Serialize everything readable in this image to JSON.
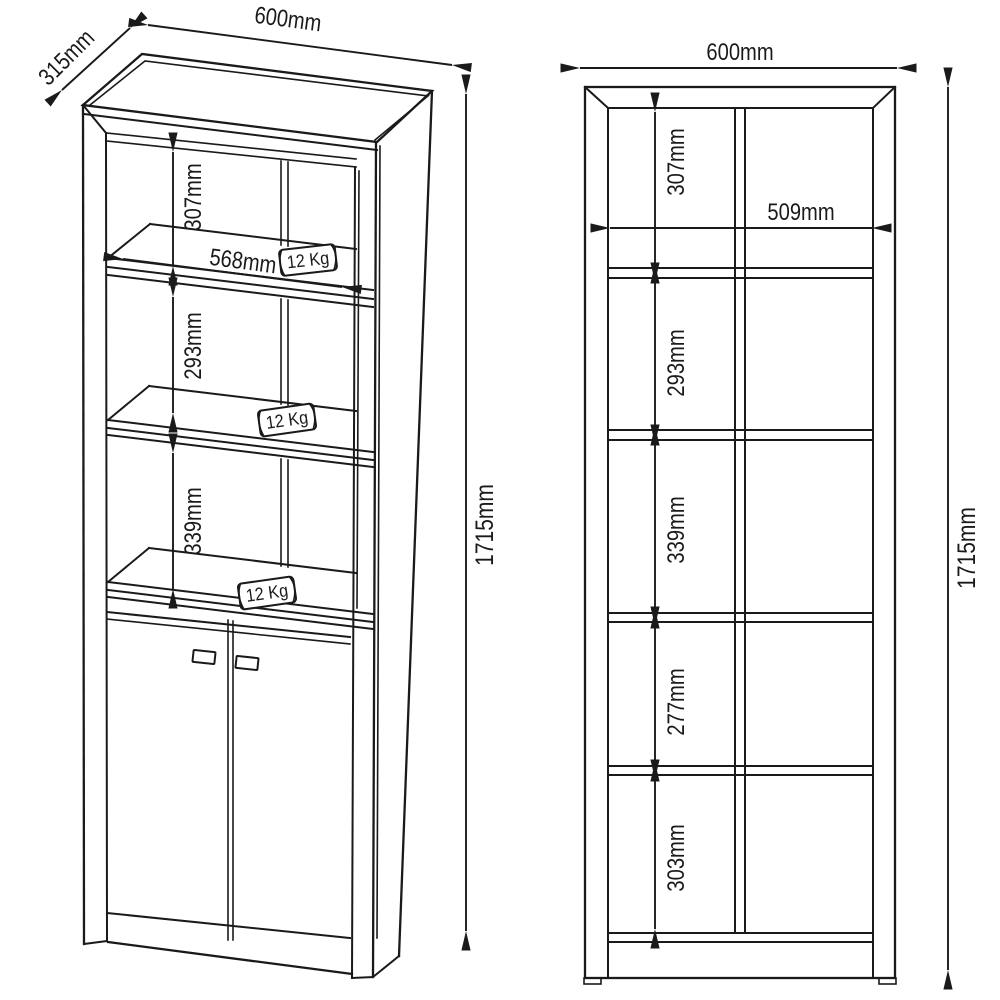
{
  "page": {
    "background": "#ffffff",
    "line_color": "#1a1a1a"
  },
  "left_view": {
    "view_name": "perspective view of cabinet with doors",
    "top_width_label": "600mm",
    "depth_label": "315mm",
    "height_label": "1715mm",
    "shelf_width_label": "568mm",
    "compartment_labels": [
      "307mm",
      "293mm",
      "339mm"
    ],
    "weight_tag_labels": [
      "12 Kg",
      "12 Kg",
      "12 Kg"
    ]
  },
  "right_view": {
    "view_name": "front elevation of open shelf unit",
    "width_label": "600mm",
    "inner_width_label": "509mm",
    "height_label": "1715mm",
    "compartment_labels": [
      "307mm",
      "293mm",
      "339mm",
      "277mm",
      "303mm"
    ]
  }
}
